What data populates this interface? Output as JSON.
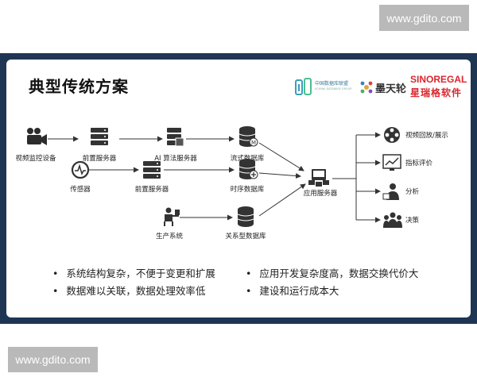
{
  "watermark": {
    "top": "www.gdito.com",
    "bottom": "www.gdito.com"
  },
  "slide": {
    "title": "典型传统方案",
    "logos": {
      "alliance_text": "中国数据库联盟",
      "alliance_subtext": "ACHINA DATABASE GROUP",
      "mohetianlun": "墨天轮",
      "sinoregal_en": "SINOREGAL",
      "sinoregal_cn": "星瑞格软件"
    }
  },
  "diagram": {
    "nodes": {
      "camera": {
        "label": "视频监控设备",
        "icon": "video-camera-icon"
      },
      "pre_server_1": {
        "label": "前置服务器",
        "icon": "server-icon"
      },
      "ai_server": {
        "label": "AI 算法服务器",
        "icon": "server-icon"
      },
      "stream_db": {
        "label": "流式数据库",
        "icon": "database-icon"
      },
      "sensor": {
        "label": "传感器",
        "icon": "sensor-gauge-icon"
      },
      "pre_server_2": {
        "label": "前置服务器",
        "icon": "server-icon"
      },
      "timeseries_db": {
        "label": "时序数据库",
        "icon": "database-icon"
      },
      "production": {
        "label": "生产系统",
        "icon": "worker-desk-icon"
      },
      "relational_db": {
        "label": "关系型数据库",
        "icon": "database-icon"
      },
      "app_server": {
        "label": "应用服务器",
        "icon": "network-server-icon"
      }
    },
    "outputs": [
      {
        "label": "视频回放/展示",
        "icon": "film-reel-icon"
      },
      {
        "label": "指标评价",
        "icon": "line-chart-icon"
      },
      {
        "label": "分析",
        "icon": "analyst-icon"
      },
      {
        "label": "决策",
        "icon": "team-icon"
      }
    ]
  },
  "bullets": {
    "left": [
      "系统结构复杂，不便于变更和扩展",
      "数据难以关联，数据处理效率低"
    ],
    "right": [
      "应用开发复杂度高，数据交换代价大",
      "建设和运行成本大"
    ]
  }
}
